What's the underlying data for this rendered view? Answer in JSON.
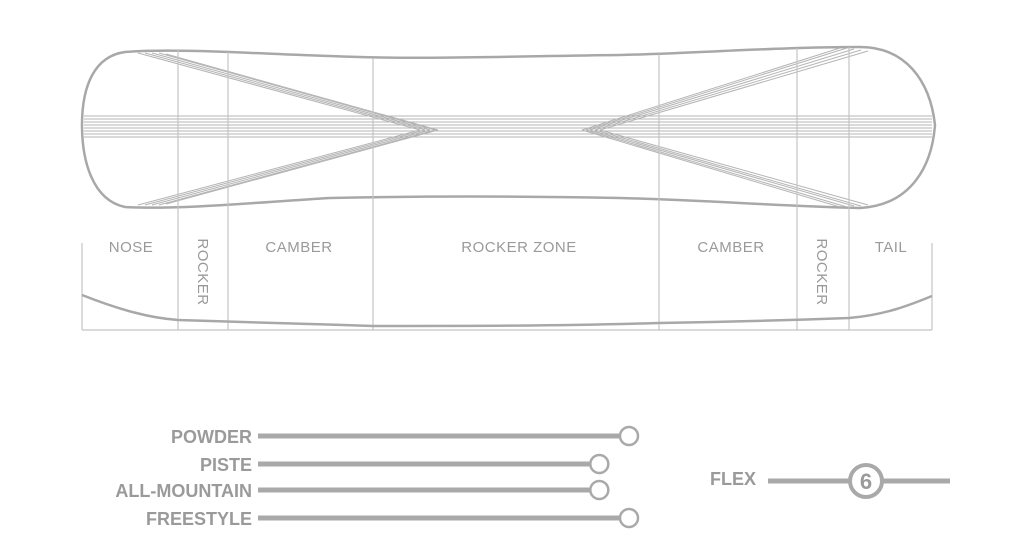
{
  "zones": [
    {
      "label": "NOSE",
      "vertical": false
    },
    {
      "label": "ROCKER",
      "vertical": true
    },
    {
      "label": "CAMBER",
      "vertical": false
    },
    {
      "label": "ROCKER ZONE",
      "vertical": false
    },
    {
      "label": "CAMBER",
      "vertical": false
    },
    {
      "label": "ROCKER",
      "vertical": true
    },
    {
      "label": "TAIL",
      "vertical": false
    }
  ],
  "ratings": [
    {
      "label": "POWDER",
      "level": 1.0
    },
    {
      "label": "PISTE",
      "level": 0.92
    },
    {
      "label": "ALL-MOUNTAIN",
      "level": 0.92
    },
    {
      "label": "FREESTYLE",
      "level": 1.0
    }
  ],
  "flex": {
    "label": "FLEX",
    "value": "6",
    "level": 0.55
  },
  "colors": {
    "line": "#a8a8a8",
    "bar": "#a9a9a9",
    "text": "#9a9a9a"
  }
}
